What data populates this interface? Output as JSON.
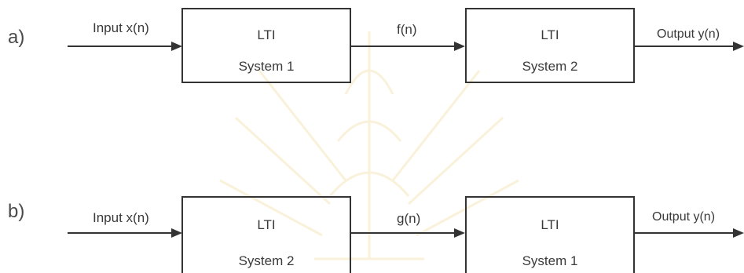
{
  "diagram_a": {
    "label": "a)",
    "input_label": "Input x(n)",
    "block1": {
      "line1": "LTI",
      "line2": "System 1"
    },
    "mid_signal": "f(n)",
    "block2": {
      "line1": "LTI",
      "line2": "System 2"
    },
    "output_label": "Output y(n)"
  },
  "diagram_b": {
    "label": "b)",
    "input_label": "Input x(n)",
    "block1": {
      "line1": "LTI",
      "line2": "System 2"
    },
    "mid_signal": "g(n)",
    "block2": {
      "line1": "LTI",
      "line2": "System 1"
    },
    "output_label": "Output y(n)"
  },
  "colors": {
    "line": "#333333",
    "text": "#3a3a3a",
    "watermark": "#f3d98a"
  }
}
